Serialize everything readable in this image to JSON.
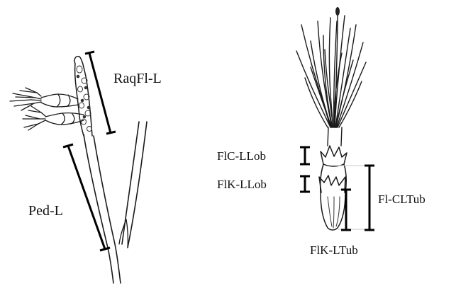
{
  "labels": {
    "raqfl_l": "RaqFl-L",
    "ped_l": "Ped-L",
    "flc_llob": "FlC-LLob",
    "flk_llob": "FlK-LLob",
    "fl_cltub": "Fl-CLTub",
    "flk_ltub": "FlK-LTub"
  }
}
